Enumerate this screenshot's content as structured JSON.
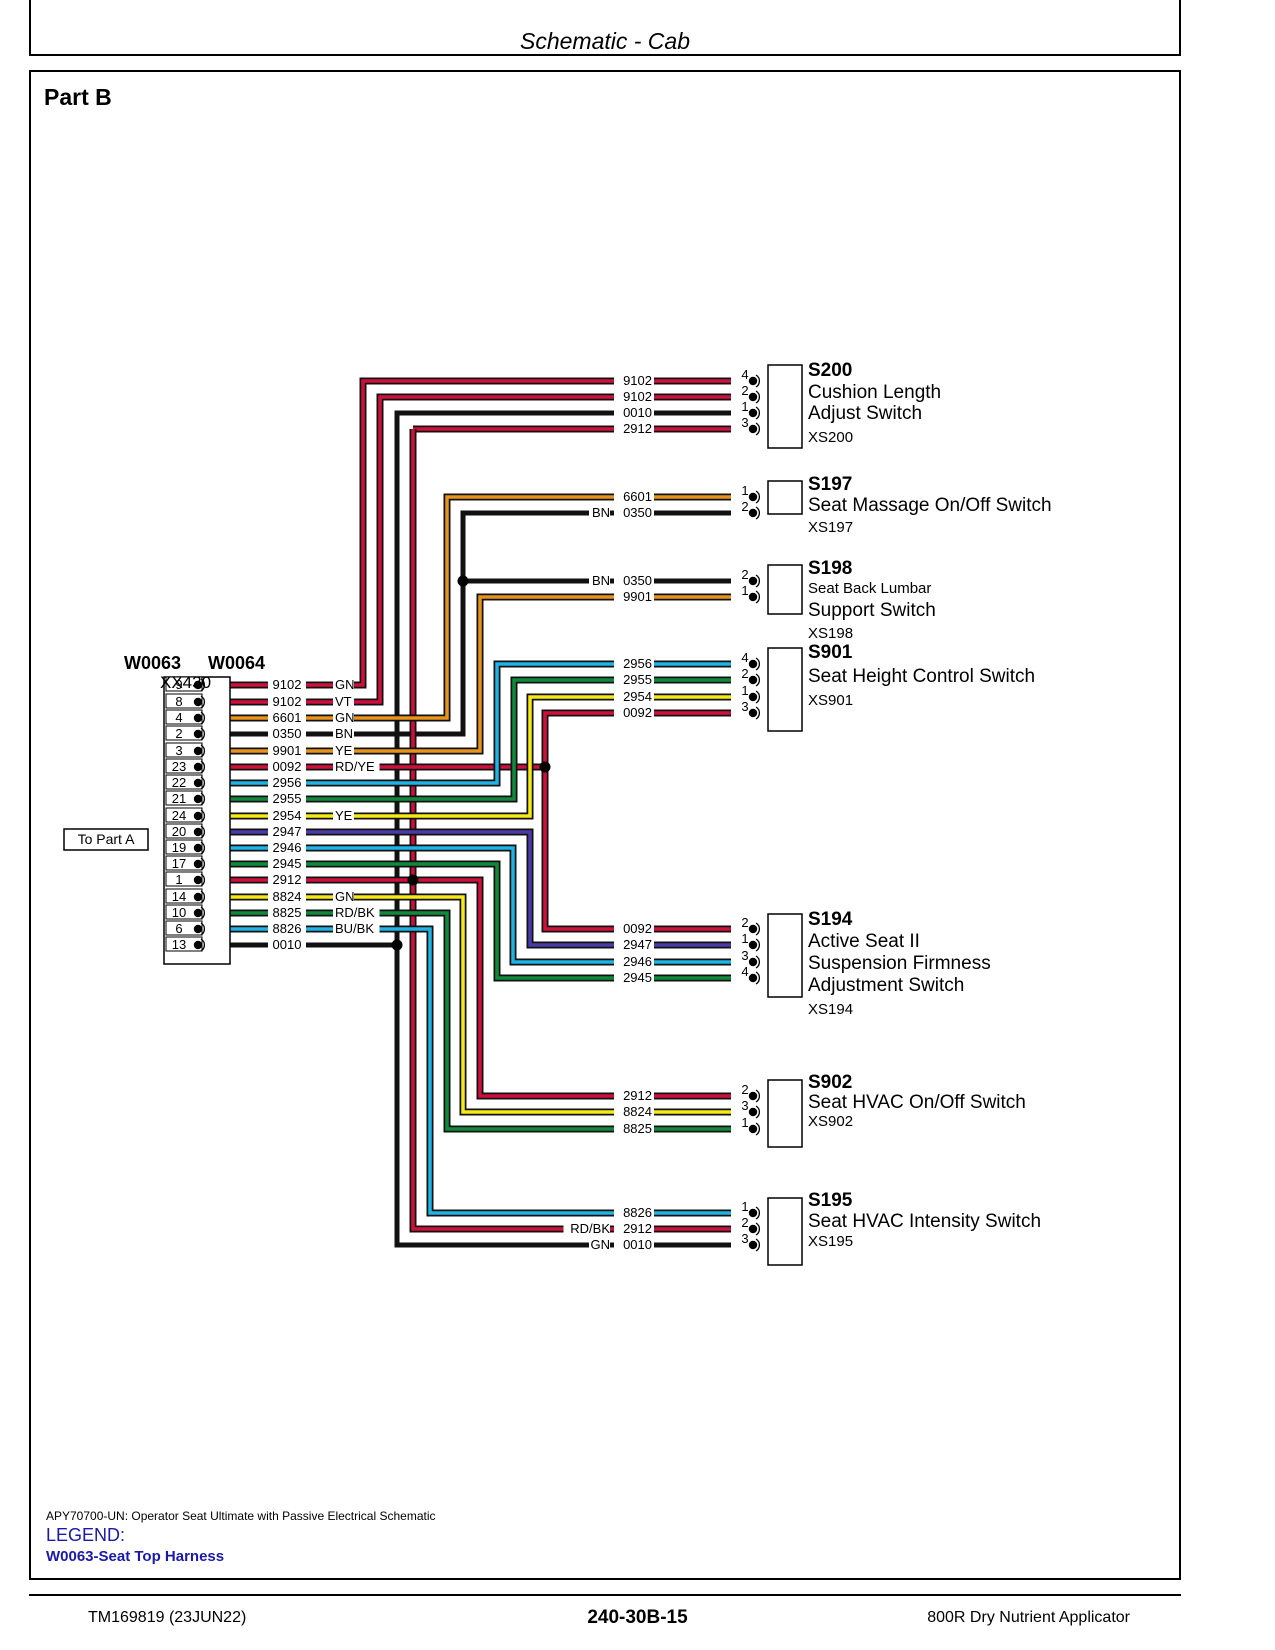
{
  "header": {
    "title": "Schematic - Cab"
  },
  "part_label": "Part B",
  "colors": {
    "red": "#d0103a",
    "black": "#111111",
    "orange": "#e8931e",
    "blue": "#1fb3e6",
    "green": "#108a3a",
    "yellow": "#f5ea16",
    "violet": "#4a3aa8"
  },
  "connector": {
    "harness_left": "W0063",
    "harness_right": "W0064",
    "id": "XX430",
    "to_part_label": "To Part A",
    "pins": [
      "9",
      "8",
      "4",
      "2",
      "3",
      "23",
      "22",
      "21",
      "24",
      "20",
      "19",
      "17",
      "1",
      "14",
      "10",
      "6",
      "13"
    ]
  },
  "wires": [
    {
      "pin": "9",
      "circuit": "9102",
      "color": "red",
      "tag": "GN"
    },
    {
      "pin": "8",
      "circuit": "9102",
      "color": "red",
      "tag": "VT"
    },
    {
      "pin": "4",
      "circuit": "6601",
      "color": "orange",
      "tag": "GN"
    },
    {
      "pin": "2",
      "circuit": "0350",
      "color": "black",
      "tag": "BN"
    },
    {
      "pin": "3",
      "circuit": "9901",
      "color": "orange",
      "tag": "YE"
    },
    {
      "pin": "23",
      "circuit": "0092",
      "color": "red",
      "tag": "RD/YE"
    },
    {
      "pin": "22",
      "circuit": "2956",
      "color": "blue",
      "tag": ""
    },
    {
      "pin": "21",
      "circuit": "2955",
      "color": "green",
      "tag": ""
    },
    {
      "pin": "24",
      "circuit": "2954",
      "color": "yellow",
      "tag": "YE"
    },
    {
      "pin": "20",
      "circuit": "2947",
      "color": "violet",
      "tag": ""
    },
    {
      "pin": "19",
      "circuit": "2946",
      "color": "blue",
      "tag": ""
    },
    {
      "pin": "17",
      "circuit": "2945",
      "color": "green",
      "tag": ""
    },
    {
      "pin": "1",
      "circuit": "2912",
      "color": "red",
      "tag": ""
    },
    {
      "pin": "14",
      "circuit": "8824",
      "color": "yellow",
      "tag": "GN"
    },
    {
      "pin": "10",
      "circuit": "8825",
      "color": "green",
      "tag": "RD/BK"
    },
    {
      "pin": "6",
      "circuit": "8826",
      "color": "blue",
      "tag": "BU/BK"
    },
    {
      "pin": "13",
      "circuit": "0010",
      "color": "black",
      "tag": ""
    }
  ],
  "switches": [
    {
      "id": "S200",
      "lines": [
        "Cushion Length",
        "Adjust Switch"
      ],
      "connector": "XS200",
      "rows": [
        {
          "circuit": "9102",
          "color": "red",
          "pin": "4",
          "tag": ""
        },
        {
          "circuit": "9102",
          "color": "red",
          "pin": "2",
          "tag": ""
        },
        {
          "circuit": "0010",
          "color": "black",
          "pin": "1",
          "tag": ""
        },
        {
          "circuit": "2912",
          "color": "red",
          "pin": "3",
          "tag": ""
        }
      ]
    },
    {
      "id": "S197",
      "lines": [
        "Seat Massage On/Off Switch"
      ],
      "connector": "XS197",
      "rows": [
        {
          "circuit": "6601",
          "color": "orange",
          "pin": "1",
          "tag": ""
        },
        {
          "circuit": "0350",
          "color": "black",
          "pin": "2",
          "tag": "BN"
        }
      ]
    },
    {
      "id": "S198",
      "lines": [
        "Seat Back Lumbar",
        "Support Switch"
      ],
      "connector": "XS198",
      "rows": [
        {
          "circuit": "0350",
          "color": "black",
          "pin": "2",
          "tag": "BN"
        },
        {
          "circuit": "9901",
          "color": "orange",
          "pin": "1",
          "tag": ""
        }
      ]
    },
    {
      "id": "S901",
      "lines": [
        "Seat Height Control Switch"
      ],
      "connector": "XS901",
      "rows": [
        {
          "circuit": "2956",
          "color": "blue",
          "pin": "4",
          "tag": ""
        },
        {
          "circuit": "2955",
          "color": "green",
          "pin": "2",
          "tag": ""
        },
        {
          "circuit": "2954",
          "color": "yellow",
          "pin": "1",
          "tag": ""
        },
        {
          "circuit": "0092",
          "color": "red",
          "pin": "3",
          "tag": ""
        }
      ]
    },
    {
      "id": "S194",
      "lines": [
        "Active Seat II",
        "Suspension Firmness",
        "Adjustment Switch"
      ],
      "connector": "XS194",
      "rows": [
        {
          "circuit": "0092",
          "color": "red",
          "pin": "2",
          "tag": ""
        },
        {
          "circuit": "2947",
          "color": "violet",
          "pin": "1",
          "tag": ""
        },
        {
          "circuit": "2946",
          "color": "blue",
          "pin": "3",
          "tag": ""
        },
        {
          "circuit": "2945",
          "color": "green",
          "pin": "4",
          "tag": ""
        }
      ]
    },
    {
      "id": "S902",
      "lines": [
        "Seat HVAC On/Off Switch"
      ],
      "connector": "XS902",
      "rows": [
        {
          "circuit": "2912",
          "color": "red",
          "pin": "2",
          "tag": ""
        },
        {
          "circuit": "8824",
          "color": "yellow",
          "pin": "3",
          "tag": ""
        },
        {
          "circuit": "8825",
          "color": "green",
          "pin": "1",
          "tag": ""
        }
      ]
    },
    {
      "id": "S195",
      "lines": [
        "Seat HVAC Intensity Switch"
      ],
      "connector": "XS195",
      "rows": [
        {
          "circuit": "8826",
          "color": "blue",
          "pin": "1",
          "tag": ""
        },
        {
          "circuit": "2912",
          "color": "red",
          "pin": "2",
          "tag": "RD/BK"
        },
        {
          "circuit": "0010",
          "color": "black",
          "pin": "3",
          "tag": "GN"
        }
      ]
    }
  ],
  "caption": "APY70700-UN: Operator Seat Ultimate with Passive Electrical Schematic",
  "legend": {
    "title": "LEGEND:",
    "items": [
      "W0063-Seat Top Harness"
    ]
  },
  "footer": {
    "left": "TM169819 (23JUN22)",
    "center": "240-30B-15",
    "right": "800R Dry Nutrient Applicator"
  }
}
